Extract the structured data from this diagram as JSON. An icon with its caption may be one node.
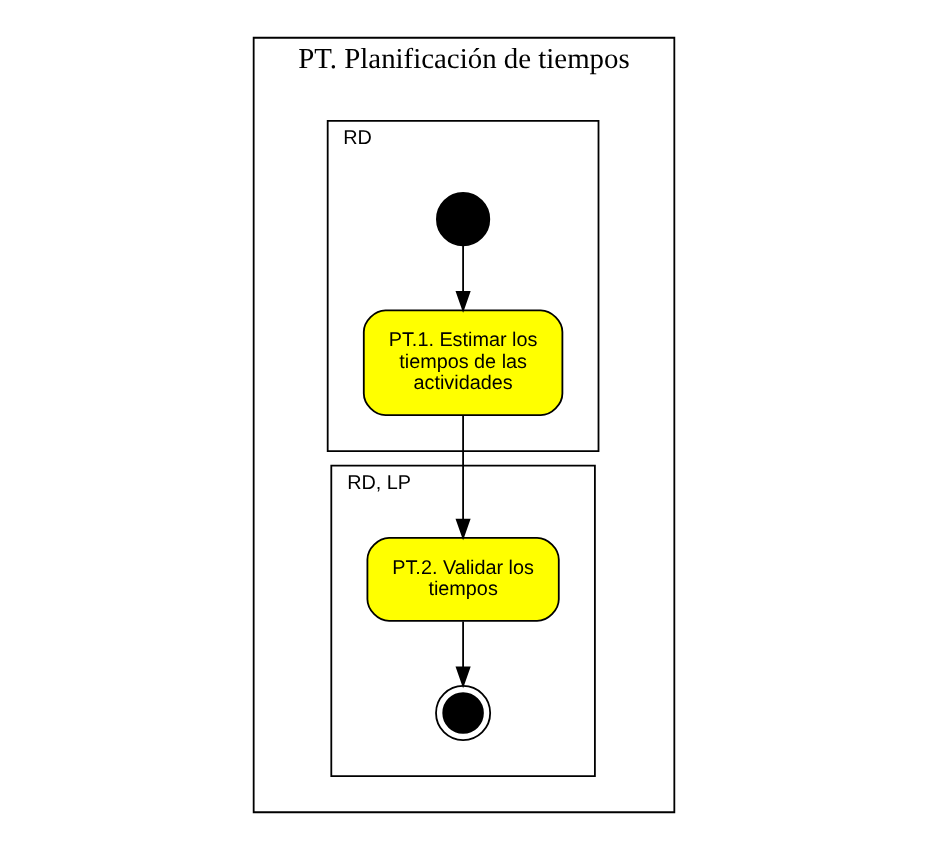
{
  "diagram": {
    "nodes": [
      {
        "text": [
          "PT. Planificación de tiempos"
        ]
      },
      {
        "text": [
          "RD"
        ],
        "in": 0
      },
      {
        "text": [
          "RD, LP"
        ],
        "in": 0
      },
      {
        "text": [],
        "shape": "circle",
        "in": 1
      },
      {
        "text": [
          "PT.1. Estimar los tiempos de las actividades"
        ],
        "in": 1
      },
      {
        "text": [
          "PT.2. Validar los tiempos"
        ],
        "in": 2
      },
      {
        "text": [],
        "shape": "circle",
        "in": 2
      }
    ],
    "edges": [
      {
        "from": 3,
        "to": 4,
        "arrow": "to"
      },
      {
        "from": 4,
        "to": 5,
        "arrow": "to"
      },
      {
        "from": 5,
        "to": 6,
        "arrow": "to"
      }
    ]
  }
}
